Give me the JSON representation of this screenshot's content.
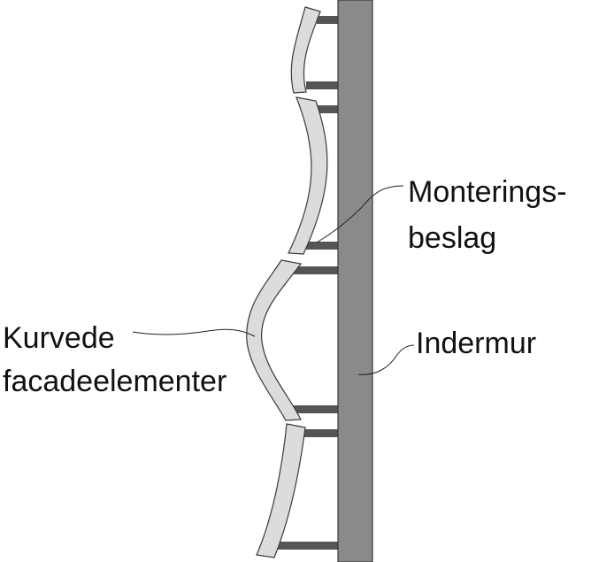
{
  "labels": {
    "mounting_line1": "Monterings-",
    "mounting_line2": "beslag",
    "inner_wall": "Indermur",
    "curved_line1": "Kurvede",
    "curved_line2": "facadeelementer"
  },
  "colors": {
    "wall_fill": "#8a8a8a",
    "panel_fill": "#dcdcdc",
    "bracket_fill": "#555555",
    "outline": "#3a3a3a"
  }
}
